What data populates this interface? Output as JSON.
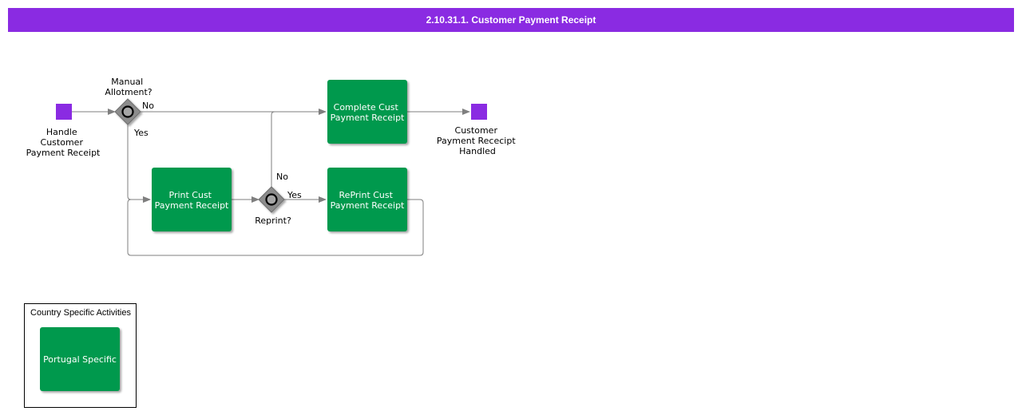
{
  "title": "2.10.31.1. Customer Payment Receipt",
  "colors": {
    "title_bar": "#8a2be2",
    "event": "#8a2be2",
    "task": "#00994d",
    "gateway": "#8c8c8c",
    "flow": "#7f7f7f"
  },
  "events": {
    "start": {
      "label": [
        "Handle",
        "Customer",
        "Payment Receipt"
      ]
    },
    "end": {
      "label": [
        "Customer",
        "Payment Rececipt",
        "Handled"
      ]
    }
  },
  "gateways": {
    "manual_allotment": {
      "label": [
        "Manual",
        "Allotment?"
      ],
      "no": "No",
      "yes": "Yes"
    },
    "reprint": {
      "label": "Reprint?",
      "no": "No",
      "yes": "Yes"
    }
  },
  "tasks": {
    "complete": [
      "Complete Cust",
      "Payment Receipt"
    ],
    "print": [
      "Print Cust",
      "Payment Receipt"
    ],
    "reprint": [
      "RePrint Cust",
      "Payment Receipt"
    ]
  },
  "legend": {
    "title": "Country Specific Activities",
    "item": "Portugal Specific"
  }
}
